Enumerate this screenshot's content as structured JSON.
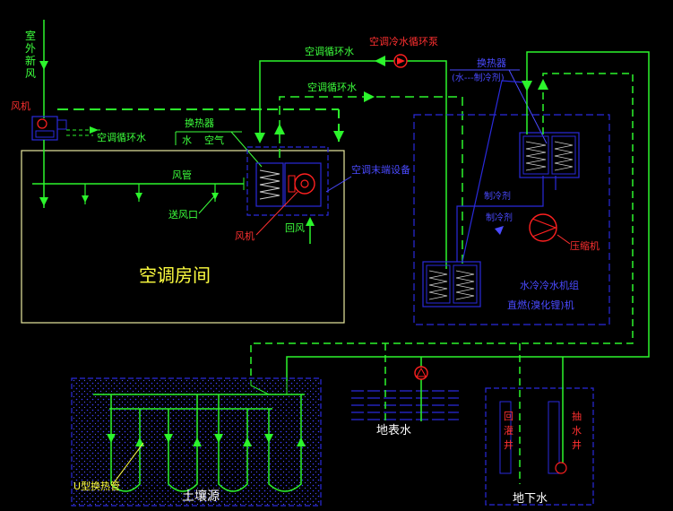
{
  "labels": {
    "fresh_air": [
      "室",
      "外",
      "新",
      "风"
    ],
    "fan_left": "风机",
    "circ_water_left": "空调循环水",
    "heat_exchanger": "换热器",
    "water": "水",
    "air": "空气",
    "air_duct": "风管",
    "supply_outlet": "送风口",
    "fan_unit": "风机",
    "return_air": "回风",
    "terminal": "空调末端设备",
    "room": "空调房间",
    "circ_water_top": "空调循环水",
    "circ_water_mid": "空调循环水",
    "pump_top": "空调冷水循环泵",
    "hx_top": "换热器",
    "hx_top_sub": "(水---制冷剂)",
    "refrigerant_1": "制冷剂",
    "refrigerant_2": "制冷剂",
    "compressor": "压缩机",
    "chiller_line1": "水冷冷水机组",
    "chiller_line2": "直燃(溴化锂)机",
    "u_tube": "U型换热管",
    "soil_source": "土壤源",
    "surface_water": "地表水",
    "return_well": [
      "回",
      "灌",
      "井"
    ],
    "pumping_well": [
      "抽",
      "水",
      "井"
    ],
    "groundwater": "地下水"
  },
  "colors": {
    "background": "#000000",
    "pipe_green": "#2cf52c",
    "equipment_blue": "#2a2adc",
    "room_outline": "#e8e8a0",
    "text_white": "#ffffff",
    "text_green": "#3cff3c",
    "text_red": "#ff3030",
    "text_blue": "#4a4aff",
    "text_yellow": "#ffff40",
    "pump_red": "#ff2020"
  },
  "icons": [
    "pump-icon",
    "fan-icon",
    "compressor-icon",
    "coil-icon",
    "arrow-icon"
  ]
}
